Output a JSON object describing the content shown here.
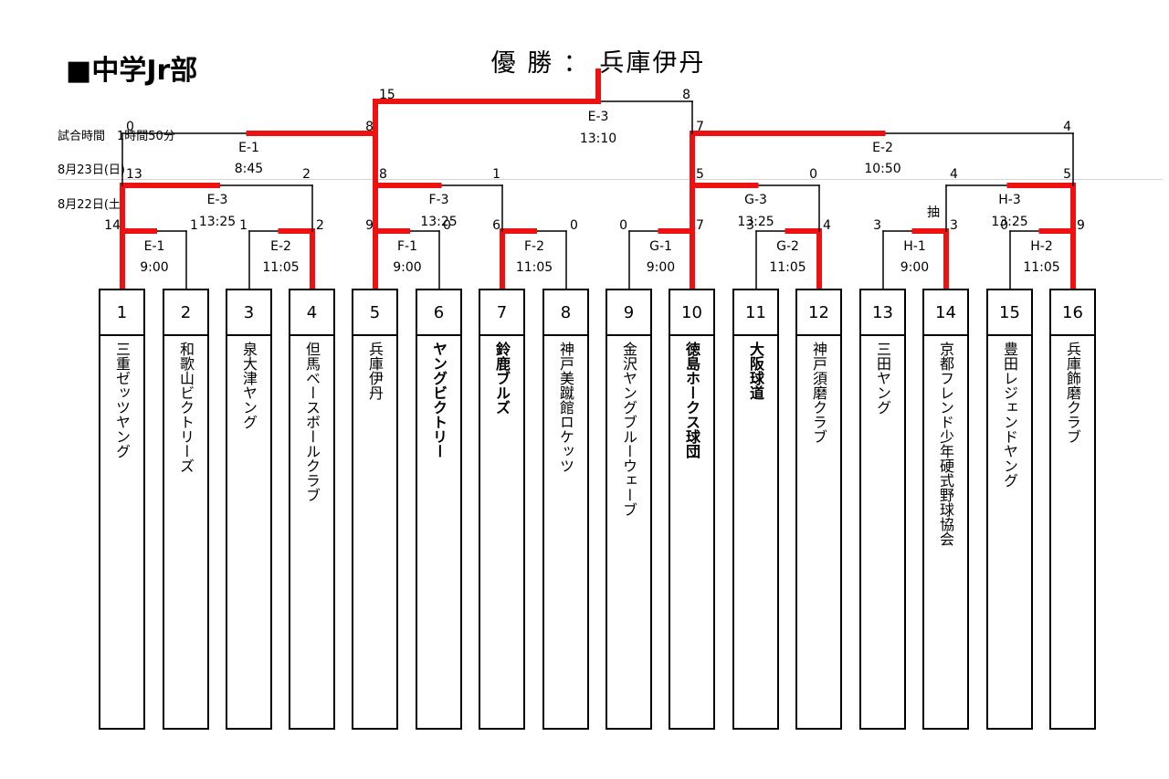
{
  "header": {
    "division_title": "■中学Jr部",
    "champion": "優 勝 ： 兵庫伊丹"
  },
  "notes": {
    "match_time": "試合時間　1時間50分",
    "day2": "8月23日(日)",
    "day1": "8月22日(土)"
  },
  "teams": [
    {
      "num": "1",
      "name": "三重ゼッツヤング",
      "bold": false
    },
    {
      "num": "2",
      "name": "和歌山ビクトリーズ",
      "bold": false
    },
    {
      "num": "3",
      "name": "泉大津ヤング",
      "bold": false
    },
    {
      "num": "4",
      "name": "但馬ベースボールクラブ",
      "bold": false
    },
    {
      "num": "5",
      "name": "兵庫伊丹",
      "bold": false
    },
    {
      "num": "6",
      "name": "ヤングビクトリー",
      "bold": true
    },
    {
      "num": "7",
      "name": "鈴鹿ブルズ",
      "bold": true
    },
    {
      "num": "8",
      "name": "神戸美蹴館ロケッツ",
      "bold": false
    },
    {
      "num": "9",
      "name": "金沢ヤングブルーウェーブ",
      "bold": false
    },
    {
      "num": "10",
      "name": "徳島ホークス球団",
      "bold": true
    },
    {
      "num": "11",
      "name": "大阪球道",
      "bold": true
    },
    {
      "num": "12",
      "name": "神戸須磨クラブ",
      "bold": false
    },
    {
      "num": "13",
      "name": "三田ヤング",
      "bold": false
    },
    {
      "num": "14",
      "name": "京都フレンド少年硬式野球協会",
      "bold": false
    },
    {
      "num": "15",
      "name": "豊田レジェンドヤング",
      "bold": false
    },
    {
      "num": "16",
      "name": "兵庫飾磨クラブ",
      "bold": false
    }
  ],
  "round1": [
    {
      "code": "E-1",
      "time": "9:00",
      "left_score": "14",
      "right_score": "1",
      "winner": "left"
    },
    {
      "code": "E-2",
      "time": "11:05",
      "left_score": "1",
      "right_score": "2",
      "winner": "right"
    },
    {
      "code": "F-1",
      "time": "9:00",
      "left_score": "9",
      "right_score": "0",
      "winner": "left"
    },
    {
      "code": "F-2",
      "time": "11:05",
      "left_score": "6",
      "right_score": "0",
      "winner": "left"
    },
    {
      "code": "G-1",
      "time": "9:00",
      "left_score": "0",
      "right_score": "7",
      "winner": "right"
    },
    {
      "code": "G-2",
      "time": "11:05",
      "left_score": "3",
      "right_score": "4",
      "winner": "right"
    },
    {
      "code": "H-1",
      "time": "9:00",
      "left_score": "3",
      "right_score": "3",
      "winner": "right",
      "note": "抽"
    },
    {
      "code": "H-2",
      "time": "11:05",
      "left_score": "0",
      "right_score": "9",
      "winner": "right"
    }
  ],
  "round2": [
    {
      "code": "E-3",
      "time": "13:25",
      "left_score": "13",
      "right_score": "2",
      "winner": "left"
    },
    {
      "code": "F-3",
      "time": "13:25",
      "left_score": "8",
      "right_score": "1",
      "winner": "left"
    },
    {
      "code": "G-3",
      "time": "13:25",
      "left_score": "5",
      "right_score": "0",
      "winner": "left"
    },
    {
      "code": "H-3",
      "time": "13:25",
      "left_score": "4",
      "right_score": "5",
      "winner": "right"
    }
  ],
  "round3": [
    {
      "code": "E-1",
      "time": "8:45",
      "left_score": "0",
      "right_score": "8",
      "winner": "right"
    },
    {
      "code": "E-2",
      "time": "10:50",
      "left_score": "7",
      "right_score": "4",
      "winner": "left"
    }
  ],
  "final": {
    "code": "E-3",
    "time": "13:10",
    "left_score": "15",
    "right_score": "8",
    "winner": "left"
  },
  "colors": {
    "winner_line": "#ee1111",
    "line": "#000000"
  }
}
